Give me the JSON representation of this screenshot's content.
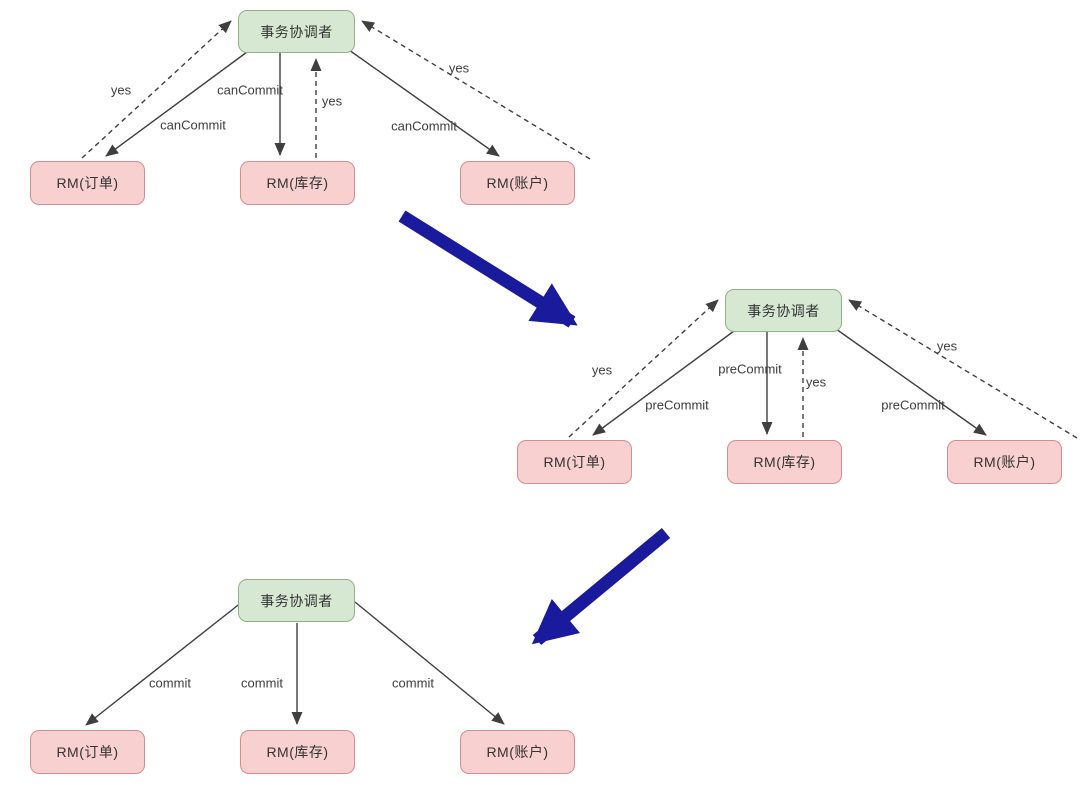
{
  "colors": {
    "coordinator_fill": "#d6e8d2",
    "coordinator_border": "#8fb286",
    "rm_fill": "#f8d0cf",
    "rm_border": "#d48e8e",
    "edge_color": "#3f3f3f",
    "label_color": "#3d3d3d",
    "flow_arrow": "#1a1a9c",
    "background": "#ffffff"
  },
  "stages": [
    {
      "name": "phase-1-canCommit",
      "coordinator": "事务协调者",
      "rms": [
        "RM(订单)",
        "RM(库存)",
        "RM(账户)"
      ],
      "labels": {
        "left_response": "yes",
        "left_request": "canCommit",
        "mid_request": "canCommit",
        "mid_response": "yes",
        "right_request": "canCommit",
        "right_response": "yes"
      }
    },
    {
      "name": "phase-2-preCommit",
      "coordinator": "事务协调者",
      "rms": [
        "RM(订单)",
        "RM(库存)",
        "RM(账户)"
      ],
      "labels": {
        "left_response": "yes",
        "left_request": "preCommit",
        "mid_request": "preCommit",
        "mid_response": "yes",
        "right_request": "preCommit",
        "right_response": "yes"
      }
    },
    {
      "name": "phase-3-commit",
      "coordinator": "事务协调者",
      "rms": [
        "RM(订单)",
        "RM(库存)",
        "RM(账户)"
      ],
      "labels": {
        "left_request": "commit",
        "mid_request": "commit",
        "right_request": "commit"
      }
    }
  ]
}
